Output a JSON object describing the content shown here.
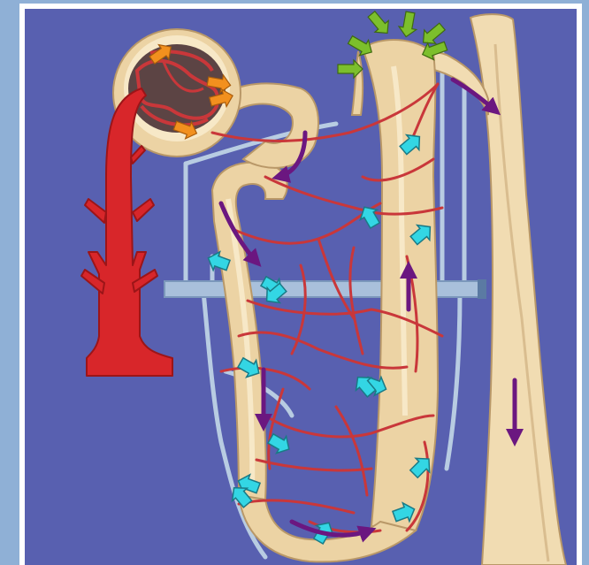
{
  "colors": {
    "frame": "#8fb0d6",
    "frame_inner": "#ffffff",
    "background": "#5860b0",
    "artery": "#d8262a",
    "artery_dark": "#9c1518",
    "capillary": "#c9373a",
    "tubule_fill": "#ecd3a4",
    "tubule_edge": "#b99868",
    "tubule_lumen": "#f7e8c7",
    "collecting_duct": "#f1dcb2",
    "vein": "#b8cce2",
    "glomerulus": "#5c4444",
    "arrow_purple": "#6b1780",
    "arrow_cyan": "#33d6e4",
    "arrow_orange": "#f2901e",
    "arrow_green": "#7cbf2c"
  },
  "arrows": {
    "filtration": {
      "icon": "orange-arrow-icon",
      "count": 4,
      "meaning": ""
    },
    "reabsorption": {
      "icon": "cyan-arrow-icon",
      "count": 15
    },
    "secretion": {
      "icon": "green-arrow-icon",
      "count": 6
    },
    "flow": {
      "icon": "purple-arrow-icon",
      "count": 7
    }
  }
}
